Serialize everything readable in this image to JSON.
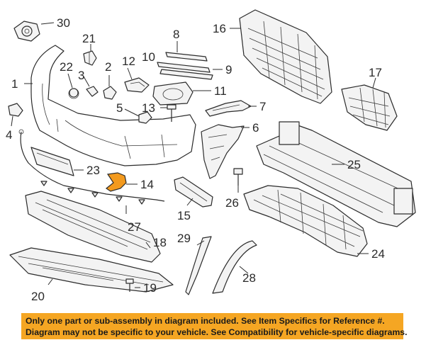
{
  "callouts": [
    "30",
    "21",
    "8",
    "16",
    "22",
    "3",
    "2",
    "10",
    "12",
    "9",
    "17",
    "1",
    "11",
    "5",
    "13",
    "7",
    "4",
    "6",
    "25",
    "23",
    "14",
    "26",
    "15",
    "27",
    "18",
    "29",
    "24",
    "28",
    "20",
    "19"
  ],
  "notice": {
    "line1": "Only one part or sub-assembly in diagram included. See Item Specifics for Reference #.",
    "line2": "Diagram may not be specific to your vehicle. See Compatibility for vehicle-specific diagrams.",
    "background": "#f5a623"
  },
  "highlight_color": "#f39a1e"
}
